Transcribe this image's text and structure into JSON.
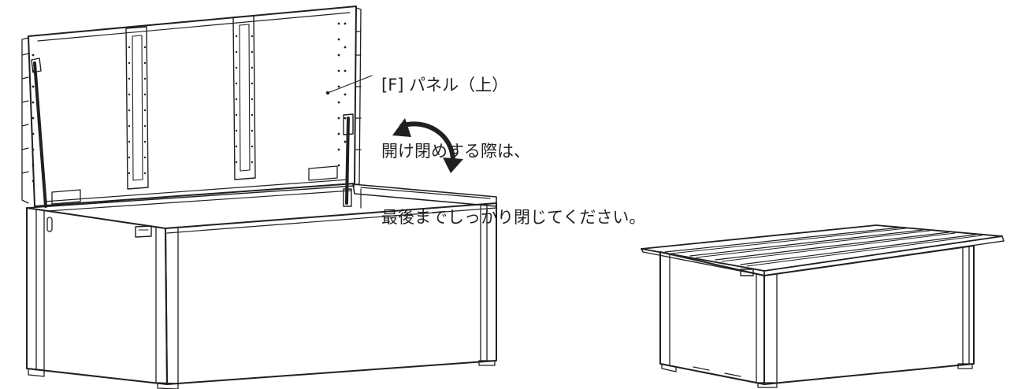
{
  "callout": {
    "line1": "[F] パネル（上）",
    "line2": "開け閉めする際は、",
    "line3": "最後までしっかり閉じてください。"
  },
  "colors": {
    "ink": "#231f20",
    "background": "#ffffff"
  },
  "icons": [
    "open-close-rotation-arrow-icon"
  ]
}
